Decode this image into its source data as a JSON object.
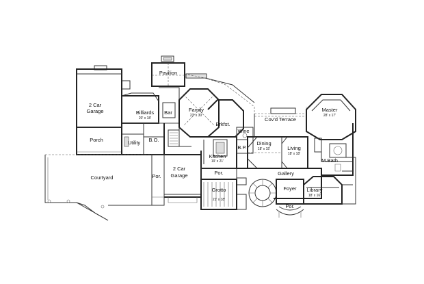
{
  "rooms": [
    {
      "id": "pavilion",
      "label": "Pavilion",
      "dims": ""
    },
    {
      "id": "garage2",
      "label": "2 Car Garage",
      "lines": [
        "2 Car",
        "Garage"
      ],
      "dims": ""
    },
    {
      "id": "billiards",
      "label": "Billiards",
      "dims": "20' x 18'"
    },
    {
      "id": "bar",
      "label": "Bar",
      "dims": ""
    },
    {
      "id": "family",
      "label": "Family",
      "dims": "23' x 30'"
    },
    {
      "id": "brkfst",
      "label": "Brkfst.",
      "dims": ""
    },
    {
      "id": "covd-terrace",
      "label": "Cov'd Terrace",
      "dims": ""
    },
    {
      "id": "master",
      "label": "Master",
      "dims": "28' x 17'"
    },
    {
      "id": "porch",
      "label": "Porch",
      "dims": ""
    },
    {
      "id": "utility",
      "label": "Utility",
      "dims": ""
    },
    {
      "id": "bo",
      "label": "B.O.",
      "dims": ""
    },
    {
      "id": "wine",
      "label": "Wine",
      "dims": ""
    },
    {
      "id": "bp",
      "label": "B.P.",
      "dims": ""
    },
    {
      "id": "kitchen",
      "label": "Kitchen",
      "dims": "19' x 21'"
    },
    {
      "id": "dining",
      "label": "Dining",
      "dims": "18' x 15'"
    },
    {
      "id": "living",
      "label": "Living",
      "dims": "18' x 18'"
    },
    {
      "id": "mbath",
      "label": "M.Bath",
      "dims": ""
    },
    {
      "id": "courtyard",
      "label": "Courtyard",
      "dims": ""
    },
    {
      "id": "por-left",
      "label": "Por.",
      "dims": ""
    },
    {
      "id": "garage2b",
      "label": "2 Car Garage",
      "lines": [
        "2 Car",
        "Garage"
      ],
      "dims": ""
    },
    {
      "id": "por-kitchen",
      "label": "Por.",
      "dims": ""
    },
    {
      "id": "gallery",
      "label": "Gallery",
      "dims": ""
    },
    {
      "id": "library",
      "label": "Library",
      "dims": "18' x 16'"
    },
    {
      "id": "foyer",
      "label": "Foyer",
      "dims": ""
    },
    {
      "id": "grotto",
      "label": "Grotto",
      "dims": "21' x 18'"
    },
    {
      "id": "por-entry",
      "label": "Por.",
      "dims": ""
    }
  ]
}
